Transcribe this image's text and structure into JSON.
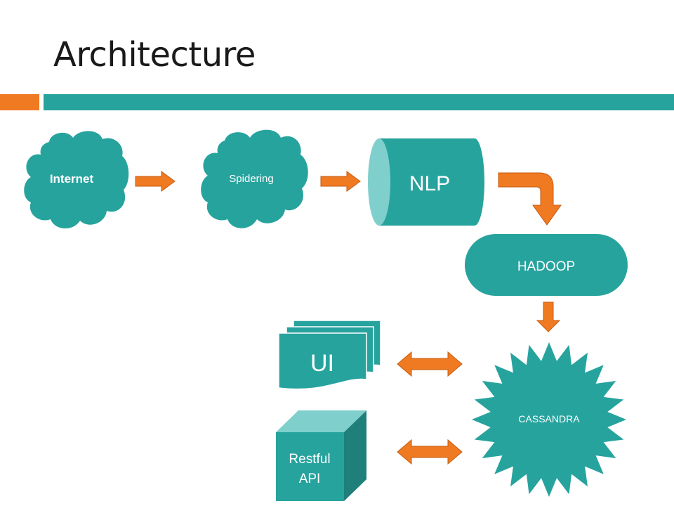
{
  "slide": {
    "title": "Architecture"
  },
  "colors": {
    "accent_orange": "#f07a21",
    "teal": "#27a39e",
    "teal_dark": "#1f7f7b",
    "teal_light": "#7fcfcc",
    "arrow_orange": "#ef7a22",
    "arrow_edge": "#c55d12"
  },
  "nodes": {
    "internet": "Internet",
    "spidering": "Spidering",
    "nlp": "NLP",
    "hadoop": "HADOOP",
    "ui": "UI",
    "restful_line1": "Restful",
    "restful_line2": "API",
    "cassandra": "CASSANDRA"
  },
  "node_shapes": {
    "internet": "cloud",
    "spidering": "cloud",
    "nlp": "cylinder",
    "hadoop": "terminator",
    "ui": "multi-document",
    "restful": "cube",
    "cassandra": "starburst"
  },
  "connections": [
    {
      "from": "internet",
      "to": "spidering",
      "kind": "right-arrow"
    },
    {
      "from": "spidering",
      "to": "nlp",
      "kind": "right-arrow"
    },
    {
      "from": "nlp",
      "to": "hadoop",
      "kind": "bent-arrow"
    },
    {
      "from": "hadoop",
      "to": "cassandra",
      "kind": "down-arrow"
    },
    {
      "from": "ui",
      "to": "cassandra",
      "kind": "double-arrow"
    },
    {
      "from": "restful",
      "to": "cassandra",
      "kind": "double-arrow"
    }
  ]
}
